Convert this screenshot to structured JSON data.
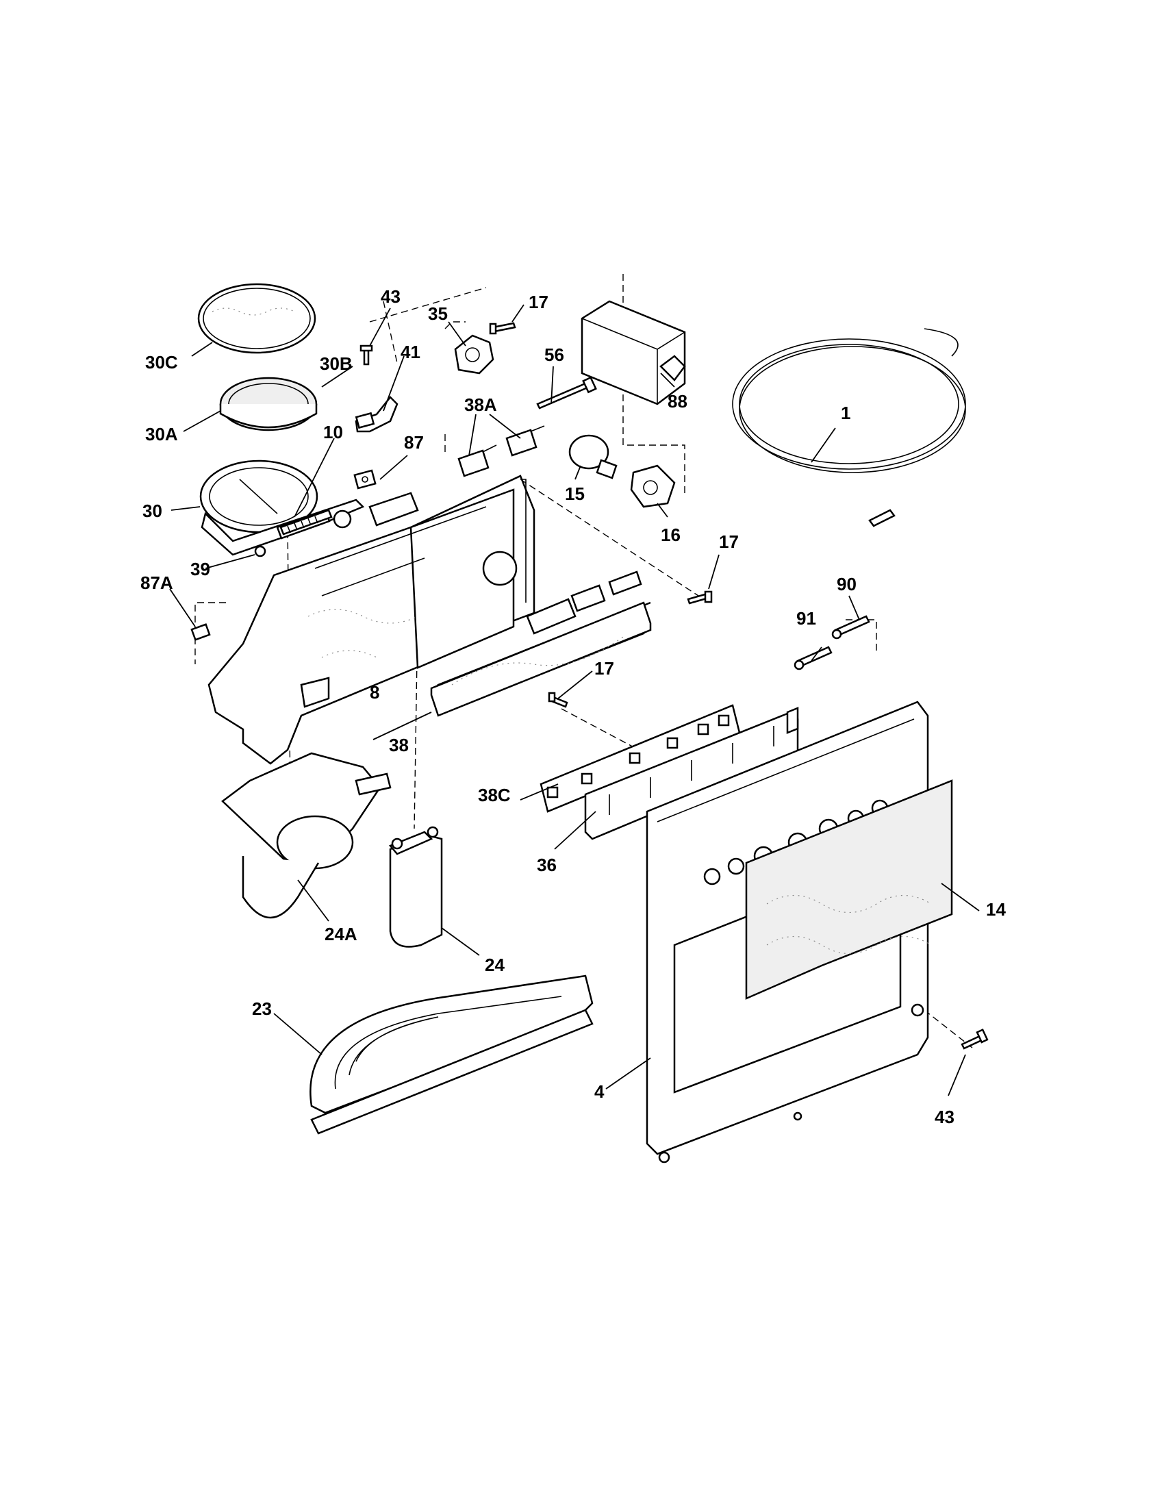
{
  "diagram": {
    "labels": {
      "l1": "1",
      "l4": "4",
      "l8": "8",
      "l10": "10",
      "l14": "14",
      "l15": "15",
      "l16": "16",
      "l17a": "17",
      "l17b": "17",
      "l17c": "17",
      "l23": "23",
      "l24": "24",
      "l24A": "24A",
      "l30": "30",
      "l30A": "30A",
      "l30B": "30B",
      "l30C": "30C",
      "l35": "35",
      "l36": "36",
      "l38": "38",
      "l38A": "38A",
      "l38C": "38C",
      "l39": "39",
      "l41": "41",
      "l43a": "43",
      "l43b": "43",
      "l56": "56",
      "l87": "87",
      "l87A": "87A",
      "l88": "88",
      "l90": "90",
      "l91": "91"
    }
  }
}
